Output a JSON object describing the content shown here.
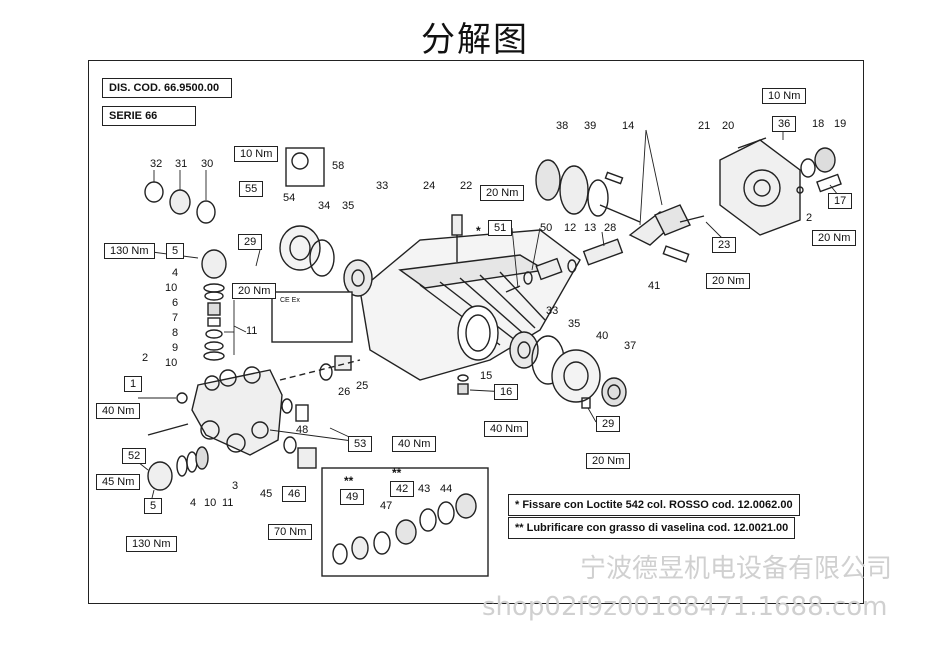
{
  "title": "分解图",
  "dis_code": "DIS. COD. 66.9500.00",
  "serie": "SERIE 66",
  "torques": {
    "t10_left": "10 Nm",
    "t130_top": "130 Nm",
    "t20_29_left": "20 Nm",
    "t40_1": "40 Nm",
    "t45_52": "45 Nm",
    "t130_bottom": "130 Nm",
    "t70_46": "70 Nm",
    "t40_53": "40 Nm",
    "t20_51": "20 Nm",
    "t40_16": "40 Nm",
    "t20_29_right": "20 Nm",
    "t10_36": "10 Nm",
    "t20_17": "20 Nm",
    "t20_23": "20 Nm"
  },
  "boxed_numbers": {
    "b5_top": "5",
    "b55": "55",
    "b29_left": "29",
    "b1": "1",
    "b52": "52",
    "b5_bottom": "5",
    "b46": "46",
    "b53": "53",
    "b49": "49",
    "b42": "42",
    "b51": "51",
    "b16": "16",
    "b29_right": "29",
    "b36": "36",
    "b17": "17",
    "b23": "23"
  },
  "labels": {
    "l32": "32",
    "l31": "31",
    "l30": "30",
    "l54": "54",
    "l34": "34",
    "l35a": "35",
    "l58": "58",
    "l33a": "33",
    "l24": "24",
    "l22": "22",
    "l4a": "4",
    "l10a": "10",
    "l6": "6",
    "l7": "7",
    "l8": "8",
    "l9": "9",
    "l10b": "10",
    "l11a": "11",
    "l2a": "2",
    "l48": "48",
    "l45": "45",
    "l3": "3",
    "l4b": "4",
    "l10c": "10",
    "l11b": "11",
    "l26": "26",
    "l25": "25",
    "l15": "15",
    "l33b": "33",
    "l35b": "35",
    "l40": "40",
    "l37": "37",
    "l50": "50",
    "l12": "12",
    "l13": "13",
    "l28": "28",
    "l41": "41",
    "l38": "38",
    "l39": "39",
    "l14": "14",
    "l21": "21",
    "l20": "20",
    "l18": "18",
    "l19": "19",
    "l2b": "2",
    "l47": "47",
    "l43": "43",
    "l44": "44"
  },
  "stars": {
    "s51": "*",
    "s49": "**",
    "s42": "**"
  },
  "notes": {
    "note1": "* Fissare con Loctite 542 col. ROSSO cod. 12.0062.00",
    "note2": "** Lubrificare con grasso di vaselina cod. 12.0021.00"
  },
  "watermark": {
    "line1": "宁波德昱机电设备有限公司",
    "line2": "shop02f9z00188471.1688.com"
  }
}
